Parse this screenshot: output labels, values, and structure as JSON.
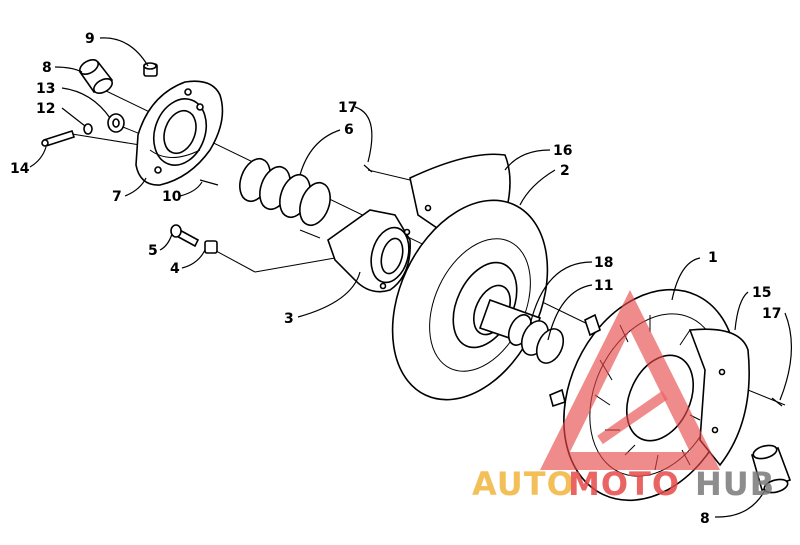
{
  "callouts": [
    {
      "id": "c9",
      "text": "9"
    },
    {
      "id": "c8a",
      "text": "8"
    },
    {
      "id": "c13",
      "text": "13"
    },
    {
      "id": "c12",
      "text": "12"
    },
    {
      "id": "c14",
      "text": "14"
    },
    {
      "id": "c7",
      "text": "7"
    },
    {
      "id": "c10",
      "text": "10"
    },
    {
      "id": "c17a",
      "text": "17"
    },
    {
      "id": "c6",
      "text": "6"
    },
    {
      "id": "c5",
      "text": "5"
    },
    {
      "id": "c4",
      "text": "4"
    },
    {
      "id": "c3",
      "text": "3"
    },
    {
      "id": "c16",
      "text": "16"
    },
    {
      "id": "c2",
      "text": "2"
    },
    {
      "id": "c18",
      "text": "18"
    },
    {
      "id": "c11",
      "text": "11"
    },
    {
      "id": "c1",
      "text": "1"
    },
    {
      "id": "c15",
      "text": "15"
    },
    {
      "id": "c17b",
      "text": "17"
    },
    {
      "id": "c8b",
      "text": "8"
    }
  ],
  "watermark": {
    "part1": "AUTO",
    "part2": "MOTO",
    "part3": "HUB",
    "color_orange": "#f2b43c",
    "color_red": "#e84a4a",
    "color_gray": "#7a7a7a"
  }
}
